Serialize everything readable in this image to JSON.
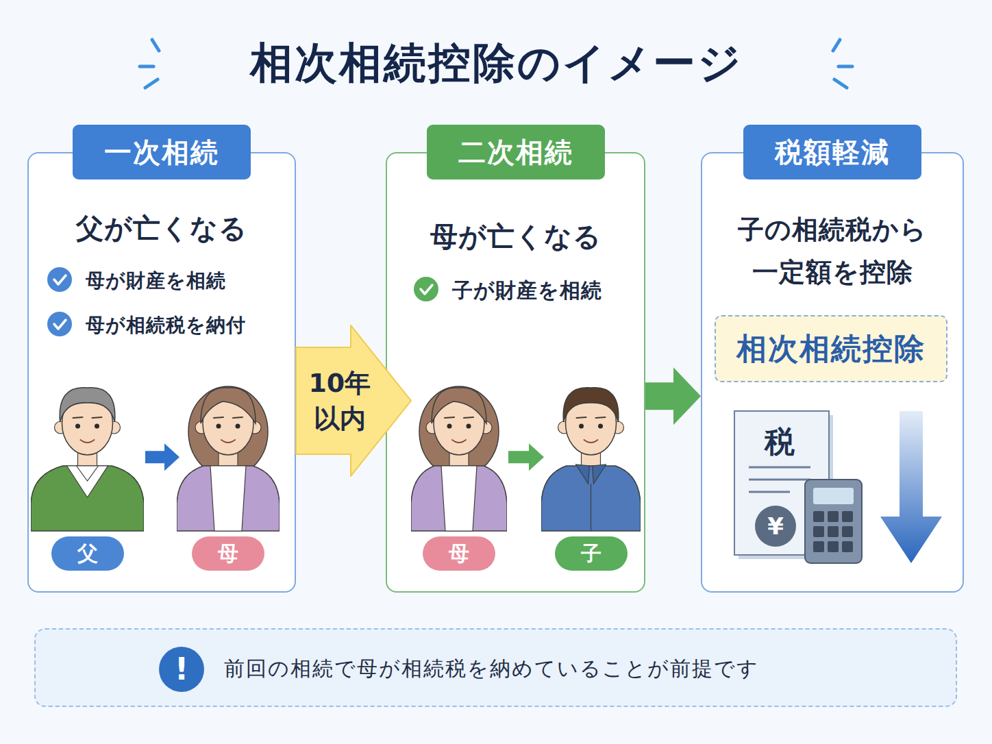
{
  "diagram": {
    "title": "相次相続控除のイメージ",
    "nodes": [
      {
        "text": [
          "一次相続",
          "父が亡くなる",
          "母が財産を相続",
          "母が相続税を納付"
        ]
      },
      {
        "text": [
          "父"
        ],
        "in": 0
      },
      {
        "text": [
          "母"
        ],
        "in": 0
      },
      {
        "text": [
          "二次相続",
          "母が亡くなる",
          "子が財産を相続"
        ]
      },
      {
        "text": [
          "母"
        ],
        "in": 3
      },
      {
        "text": [
          "子"
        ],
        "in": 3
      },
      {
        "text": [
          "税額軽減",
          "子の相続税から 一定額を控除"
        ]
      },
      {
        "text": [
          "相次相続控除"
        ],
        "in": 6
      },
      {
        "text": [
          "前回の相続で母が相続税を納めていることが前提です"
        ]
      }
    ],
    "edges": [
      {
        "from": 0,
        "to": 3,
        "arrow": "to",
        "label": "10年 以内"
      },
      {
        "from": 1,
        "to": 2,
        "arrow": "to"
      },
      {
        "from": 4,
        "to": 5,
        "arrow": "to"
      },
      {
        "from": 3,
        "to": 6,
        "arrow": "to"
      }
    ],
    "labels": [
      "税",
      "¥",
      "!"
    ]
  }
}
